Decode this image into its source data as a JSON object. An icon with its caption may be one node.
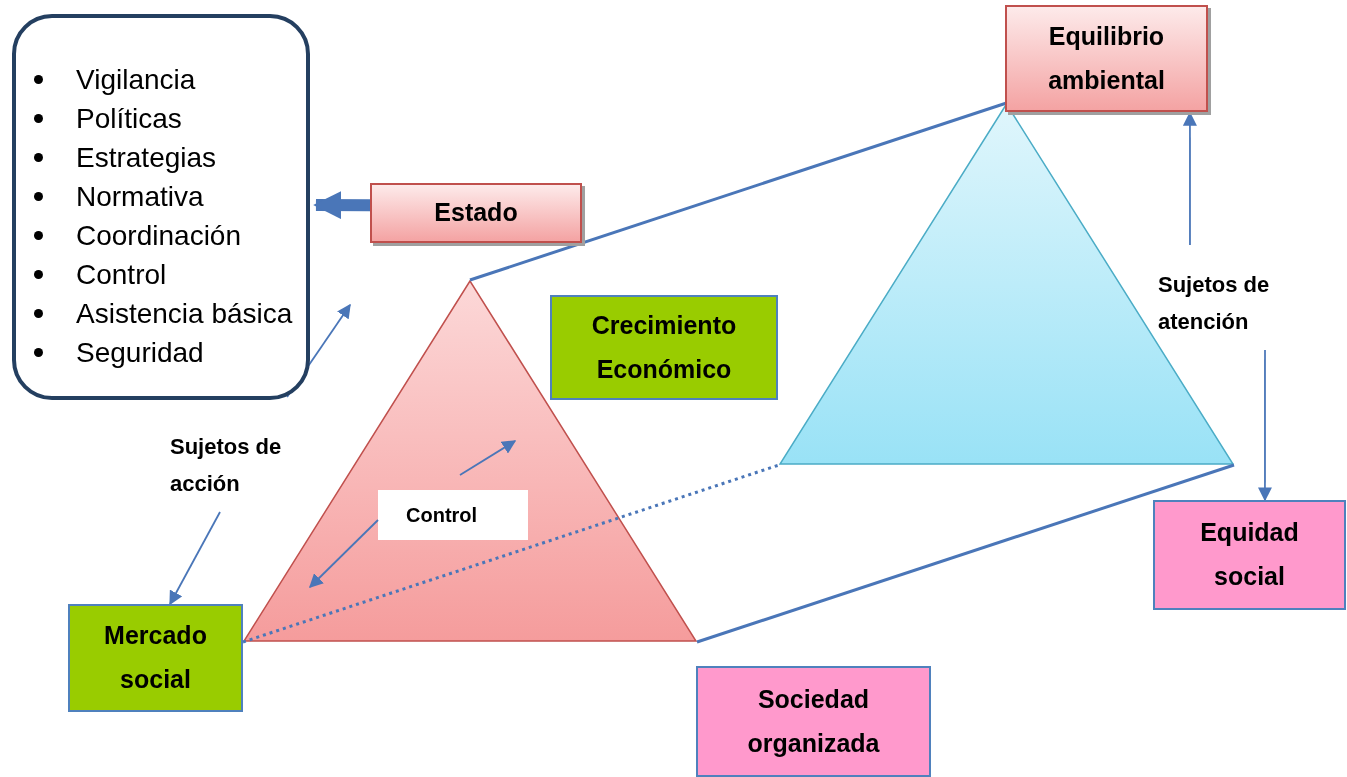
{
  "diagram": {
    "nodes": [
      {
        "text": [
          "Vigilancia",
          "Políticas",
          "Estrategias",
          "Normativa",
          "Coordinación",
          "Control",
          "Asistencia básica",
          "Seguridad"
        ]
      },
      {
        "text": [
          "Equilibrio ambiental"
        ]
      },
      {
        "text": [],
        "shape": "triangle"
      },
      {
        "text": [
          "Estado"
        ]
      },
      {
        "text": [],
        "shape": "triangle"
      },
      {
        "text": [
          "Crecimiento Económico"
        ]
      },
      {
        "text": [
          "Control"
        ],
        "in": 4
      },
      {
        "text": [
          "Equidad social"
        ]
      },
      {
        "text": [
          "Mercado social"
        ]
      },
      {
        "text": [
          "Sociedad organizada"
        ]
      }
    ],
    "edges": [
      {
        "from": 3,
        "to": 0,
        "arrow": "to",
        "style": "thick"
      },
      {
        "from": 0,
        "to": null,
        "arrow": "to"
      },
      {
        "from": null,
        "to": 1,
        "arrow": "to"
      },
      {
        "from": null,
        "to": 7,
        "arrow": "to"
      },
      {
        "from": null,
        "to": 8,
        "arrow": "to"
      },
      {
        "from": 6,
        "to": null,
        "arrow": "to"
      },
      {
        "from": 4,
        "to": 2,
        "arrow": "none"
      },
      {
        "from": 4,
        "to": 2,
        "arrow": "none"
      },
      {
        "from": 4,
        "to": 2,
        "arrow": "none",
        "style": "dashed"
      }
    ],
    "labels": [
      "Sujetos de acción",
      "Sujetos de atención"
    ]
  }
}
